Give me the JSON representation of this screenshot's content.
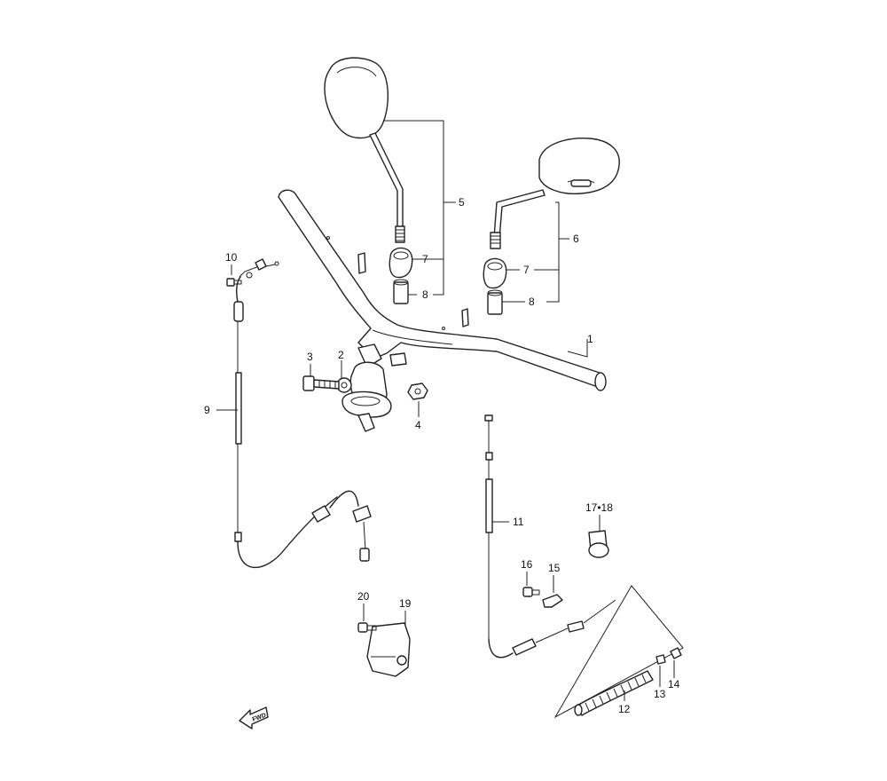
{
  "diagram": {
    "callouts": {
      "c1": "1",
      "c2": "2",
      "c3": "3",
      "c4": "4",
      "c5": "5",
      "c6": "6",
      "c7a": "7",
      "c7b": "7",
      "c8a": "8",
      "c8b": "8",
      "c9": "9",
      "c10": "10",
      "c11": "11",
      "c12": "12",
      "c13": "13",
      "c14": "14",
      "c15": "15",
      "c16": "16",
      "c1718": "17•18",
      "c19": "19",
      "c20": "20"
    },
    "fwd_label": "FWD"
  }
}
